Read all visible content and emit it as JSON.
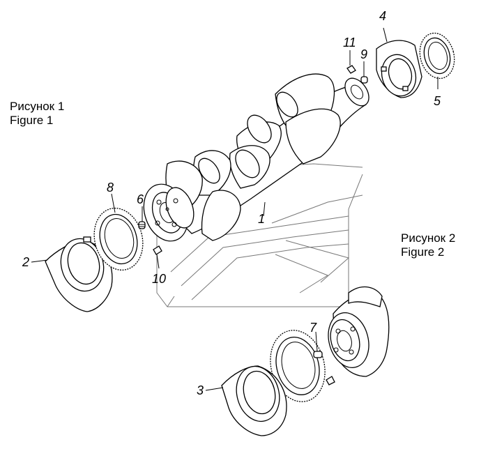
{
  "captions": {
    "figure1": {
      "ru": "Рисунок 1",
      "en": "Figure 1"
    },
    "figure2": {
      "ru": "Рисунок 2",
      "en": "Figure 2"
    }
  },
  "callouts": {
    "p1": "1",
    "p2": "2",
    "p3": "3",
    "p4": "4",
    "p5": "5",
    "p6": "6",
    "p7": "7",
    "p8": "8",
    "p9": "9",
    "p10": "10",
    "p11": "11"
  }
}
